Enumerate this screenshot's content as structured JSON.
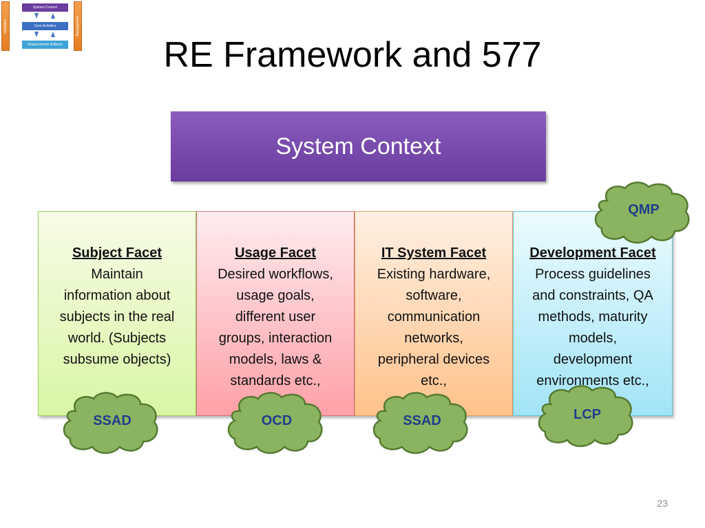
{
  "thumbnail": {
    "top_bar": "System Context",
    "middle_bar": "Core Activities",
    "bottom_bar": "Requirements Artifacts",
    "left_side": "Validation",
    "right_side": "Management"
  },
  "title": "RE Framework and 577",
  "context_box": "System Context",
  "facets": [
    {
      "heading": "Subject Facet",
      "lines": [
        "Maintain",
        "information about",
        "subjects in the real",
        "world. (Subjects",
        "subsume objects)"
      ]
    },
    {
      "heading": "Usage Facet",
      "lines": [
        "Desired workflows,",
        "usage goals,",
        "different user",
        "groups, interaction",
        "models, laws &",
        "standards etc.,"
      ]
    },
    {
      "heading": "IT System Facet",
      "lines": [
        "Existing hardware,",
        "software,",
        "communication",
        "networks,",
        "peripheral devices",
        "etc.,"
      ]
    },
    {
      "heading": "Development Facet",
      "lines": [
        "Process guidelines",
        "and constraints, QA",
        "methods, maturity",
        "models,",
        "development",
        "environments etc.,"
      ]
    }
  ],
  "clouds": {
    "qmp": "QMP",
    "ssad_1": "SSAD",
    "ocd": "OCD",
    "ssad_2": "SSAD",
    "lcp": "LCP"
  },
  "colors": {
    "cloud_fill": "#8bb460",
    "cloud_stroke": "#557a32",
    "cloud_text": "#1f3e8c",
    "context_fill": "#7b4bb0"
  },
  "page_number": "23"
}
